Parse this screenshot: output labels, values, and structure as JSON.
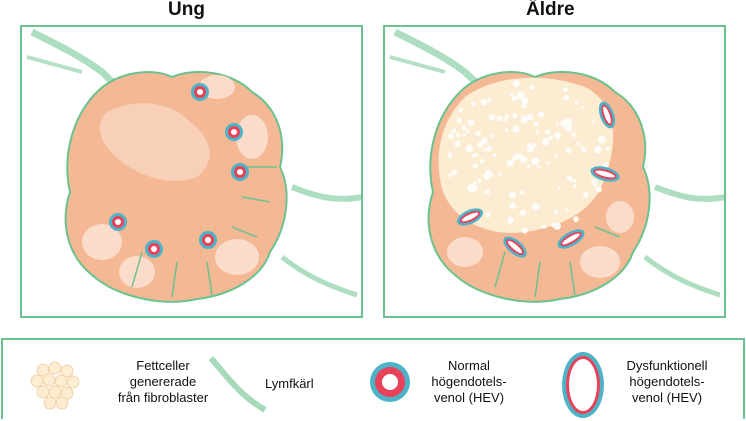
{
  "titles": {
    "young": "Ung",
    "old": "Äldre"
  },
  "legend": {
    "fat_cells": "Fettceller genererade från fibroblaster",
    "fat_cells_lines": [
      "Fettceller",
      "genererade",
      "från fibroblaster"
    ],
    "lymph_vessel": "Lymfkärl",
    "normal_hev_lines": [
      "Normal",
      "högendotels-",
      "venol (HEV)"
    ],
    "dysfunctional_hev_lines": [
      "Dysfunktionell",
      "högendotels-",
      "venol (HEV)"
    ]
  },
  "colors": {
    "frame_green": "#6cc28e",
    "node_fill": "#f4b894",
    "node_inner": "#fcd9c4",
    "fat_cell": "#fcecd2",
    "hev_red": "#e8425a",
    "hev_cyan": "#4fb3c8"
  }
}
